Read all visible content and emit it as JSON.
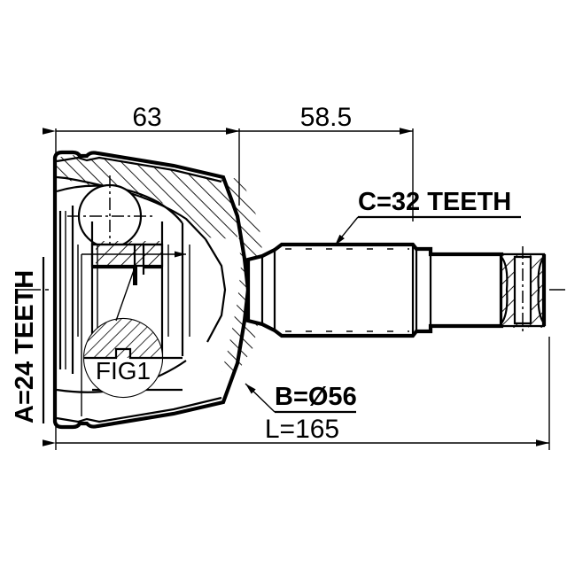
{
  "drawing": {
    "title": "CV joint outer constant velocity joint sectional drawing",
    "background_color": "#ffffff",
    "line_color": "#000000"
  },
  "dimensions": {
    "top_left": {
      "value": "63",
      "name": "joint-housing-length"
    },
    "top_right": {
      "value": "58.5",
      "name": "shaft-length"
    },
    "bottom": {
      "value": "L=165",
      "name": "overall-length"
    }
  },
  "labels": {
    "spline_inner": {
      "value": "A=24 TEETH",
      "orientation": "vertical"
    },
    "spline_outer": {
      "value": "C=32 TEETH",
      "orientation": "horizontal"
    },
    "diameter": {
      "value": "B=Ø56",
      "orientation": "horizontal"
    },
    "detail_callout": {
      "value": "FIG1"
    }
  }
}
